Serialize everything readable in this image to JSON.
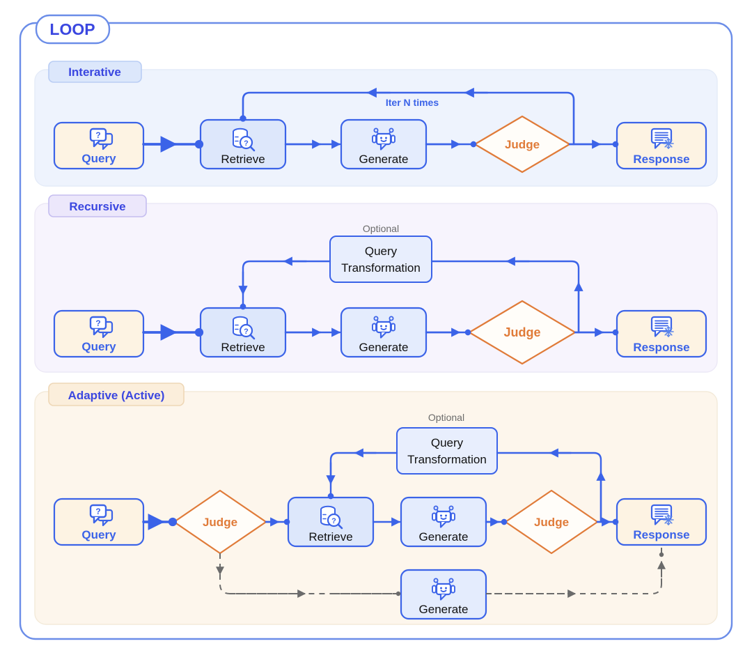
{
  "diagram": {
    "title": "LOOP",
    "accent_blue": "#3b63e8",
    "accent_orange": "#e07b39",
    "dashed_gray": "#6b6b6b",
    "outer_border": "#6b8de8",
    "sections": [
      {
        "id": "interative",
        "label": "Interative",
        "panel_fill": "#eef3fd",
        "tag_fill": "#dce7fb",
        "tag_text_color": "#3b47e0",
        "edge_label": "Iter N times",
        "nodes": [
          {
            "id": "query",
            "label": "Query",
            "kind": "rounded-rect",
            "fill": "#fdf3e3",
            "icon": "query-bubbles-icon",
            "label_color": "#3b63e8"
          },
          {
            "id": "retrieve",
            "label": "Retrieve",
            "kind": "rounded-rect",
            "fill": "#dde7fb",
            "icon": "database-search-icon",
            "label_color": "#111111"
          },
          {
            "id": "generate",
            "label": "Generate",
            "kind": "rounded-rect",
            "fill": "#e4ecfd",
            "icon": "robot-icon",
            "label_color": "#111111"
          },
          {
            "id": "judge",
            "label": "Judge",
            "kind": "diamond",
            "fill": "#fffdf9",
            "label_color": "#e07b39"
          },
          {
            "id": "response",
            "label": "Response",
            "kind": "rounded-rect",
            "fill": "#fdf3e3",
            "icon": "response-bubble-icon",
            "label_color": "#3b63e8"
          }
        ]
      },
      {
        "id": "recursive",
        "label": "Recursive",
        "panel_fill": "#f7f4fd",
        "tag_fill": "#ece7fb",
        "tag_text_color": "#3b47e0",
        "optional_label": "Optional",
        "nodes": [
          {
            "id": "query",
            "label": "Query",
            "kind": "rounded-rect",
            "fill": "#fdf3e3",
            "icon": "query-bubbles-icon",
            "label_color": "#3b63e8"
          },
          {
            "id": "retrieve",
            "label": "Retrieve",
            "kind": "rounded-rect",
            "fill": "#dde7fb",
            "icon": "database-search-icon",
            "label_color": "#111111"
          },
          {
            "id": "generate",
            "label": "Generate",
            "kind": "rounded-rect",
            "fill": "#e4ecfd",
            "icon": "robot-icon",
            "label_color": "#111111"
          },
          {
            "id": "judge",
            "label": "Judge",
            "kind": "diamond",
            "fill": "#fffdf9",
            "label_color": "#e07b39"
          },
          {
            "id": "response",
            "label": "Response",
            "kind": "rounded-rect",
            "fill": "#fdf3e3",
            "icon": "response-bubble-icon",
            "label_color": "#3b63e8"
          },
          {
            "id": "qt",
            "label_line1": "Query",
            "label_line2": "Transformation",
            "kind": "rounded-rect",
            "fill": "#e8eefd",
            "label_color": "#111111"
          }
        ]
      },
      {
        "id": "adaptive",
        "label": "Adaptive (Active)",
        "panel_fill": "#fdf6ec",
        "tag_fill": "#fbeedb",
        "tag_text_color": "#3b47e0",
        "optional_label": "Optional",
        "nodes": [
          {
            "id": "query",
            "label": "Query",
            "kind": "rounded-rect",
            "fill": "#fdf3e3",
            "icon": "query-bubbles-icon",
            "label_color": "#3b63e8"
          },
          {
            "id": "judge1",
            "label": "Judge",
            "kind": "diamond",
            "fill": "#fffdf9",
            "label_color": "#e07b39"
          },
          {
            "id": "retrieve",
            "label": "Retrieve",
            "kind": "rounded-rect",
            "fill": "#dde7fb",
            "icon": "database-search-icon",
            "label_color": "#111111"
          },
          {
            "id": "generate",
            "label": "Generate",
            "kind": "rounded-rect",
            "fill": "#e4ecfd",
            "icon": "robot-icon",
            "label_color": "#111111"
          },
          {
            "id": "judge2",
            "label": "Judge",
            "kind": "diamond",
            "fill": "#fffdf9",
            "label_color": "#e07b39"
          },
          {
            "id": "response",
            "label": "Response",
            "kind": "rounded-rect",
            "fill": "#fdf3e3",
            "icon": "response-bubble-icon",
            "label_color": "#3b63e8"
          },
          {
            "id": "qt",
            "label_line1": "Query",
            "label_line2": "Transformation",
            "kind": "rounded-rect",
            "fill": "#e8eefd",
            "label_color": "#111111"
          },
          {
            "id": "generate_direct",
            "label": "Generate",
            "kind": "rounded-rect",
            "fill": "#e4ecfd",
            "icon": "robot-icon",
            "label_color": "#111111"
          }
        ]
      }
    ]
  }
}
